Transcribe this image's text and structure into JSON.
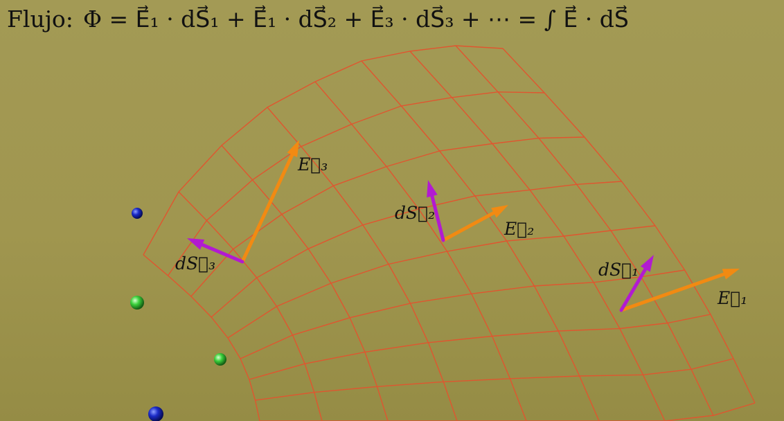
{
  "formula": {
    "label": "Flujo:",
    "expression": "Φ = E⃗₁ · dS⃗₁ + E⃗₁ · dS⃗₂ + E⃗₃ · dS⃗₃ + ⋯ = ∫ E⃗ · dS⃗"
  },
  "vectors": [
    {
      "id": "E3",
      "label": "E⃗₃"
    },
    {
      "id": "dS3",
      "label": "dS⃗₃"
    },
    {
      "id": "dS2",
      "label": "dS⃗₂"
    },
    {
      "id": "E2",
      "label": "E⃗₂"
    },
    {
      "id": "dS1",
      "label": "dS⃗₁"
    },
    {
      "id": "E1",
      "label": "E⃗₁"
    }
  ],
  "colors": {
    "background": "#a0964f",
    "mesh": "#e0552f",
    "field_vector": "#f28a12",
    "area_vector": "#b21ad1",
    "charge_blue": "#1b2bc8",
    "charge_green": "#3cd13c"
  }
}
